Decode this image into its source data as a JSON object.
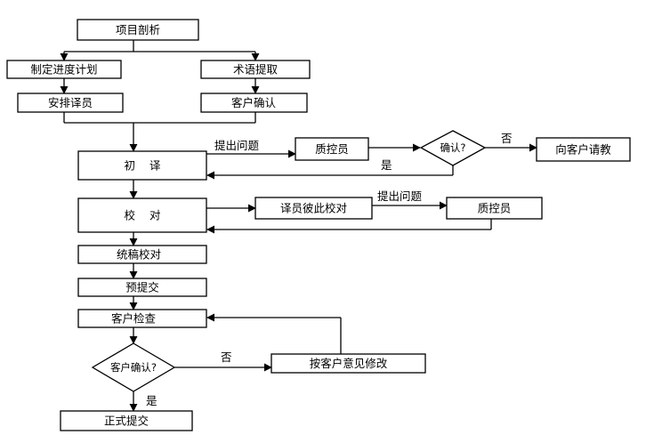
{
  "nodes": {
    "project_analysis": "项目剖析",
    "make_plan": "制定进度计划",
    "term_extraction": "术语提取",
    "assign_translators": "安排译员",
    "client_confirm_terms": "客户确认",
    "initial_translation": "初    译",
    "qc_1": "质控员",
    "confirm_decision": "确认?",
    "ask_client": "向客户请教",
    "proofread": "校    对",
    "peer_review": "译员彼此校对",
    "qc_2": "质控员",
    "unified_proofread": "统稿校对",
    "pre_submit": "预提交",
    "client_check": "客户检查",
    "client_confirm_decision": "客户确认?",
    "revise_per_client": "按客户意见修改",
    "final_submit": "正式提交"
  },
  "edge_labels": {
    "raise_question_1": "提出问题",
    "no_1": "否",
    "yes_1": "是",
    "raise_question_2": "提出问题",
    "no_2": "否",
    "yes_2": "是"
  }
}
